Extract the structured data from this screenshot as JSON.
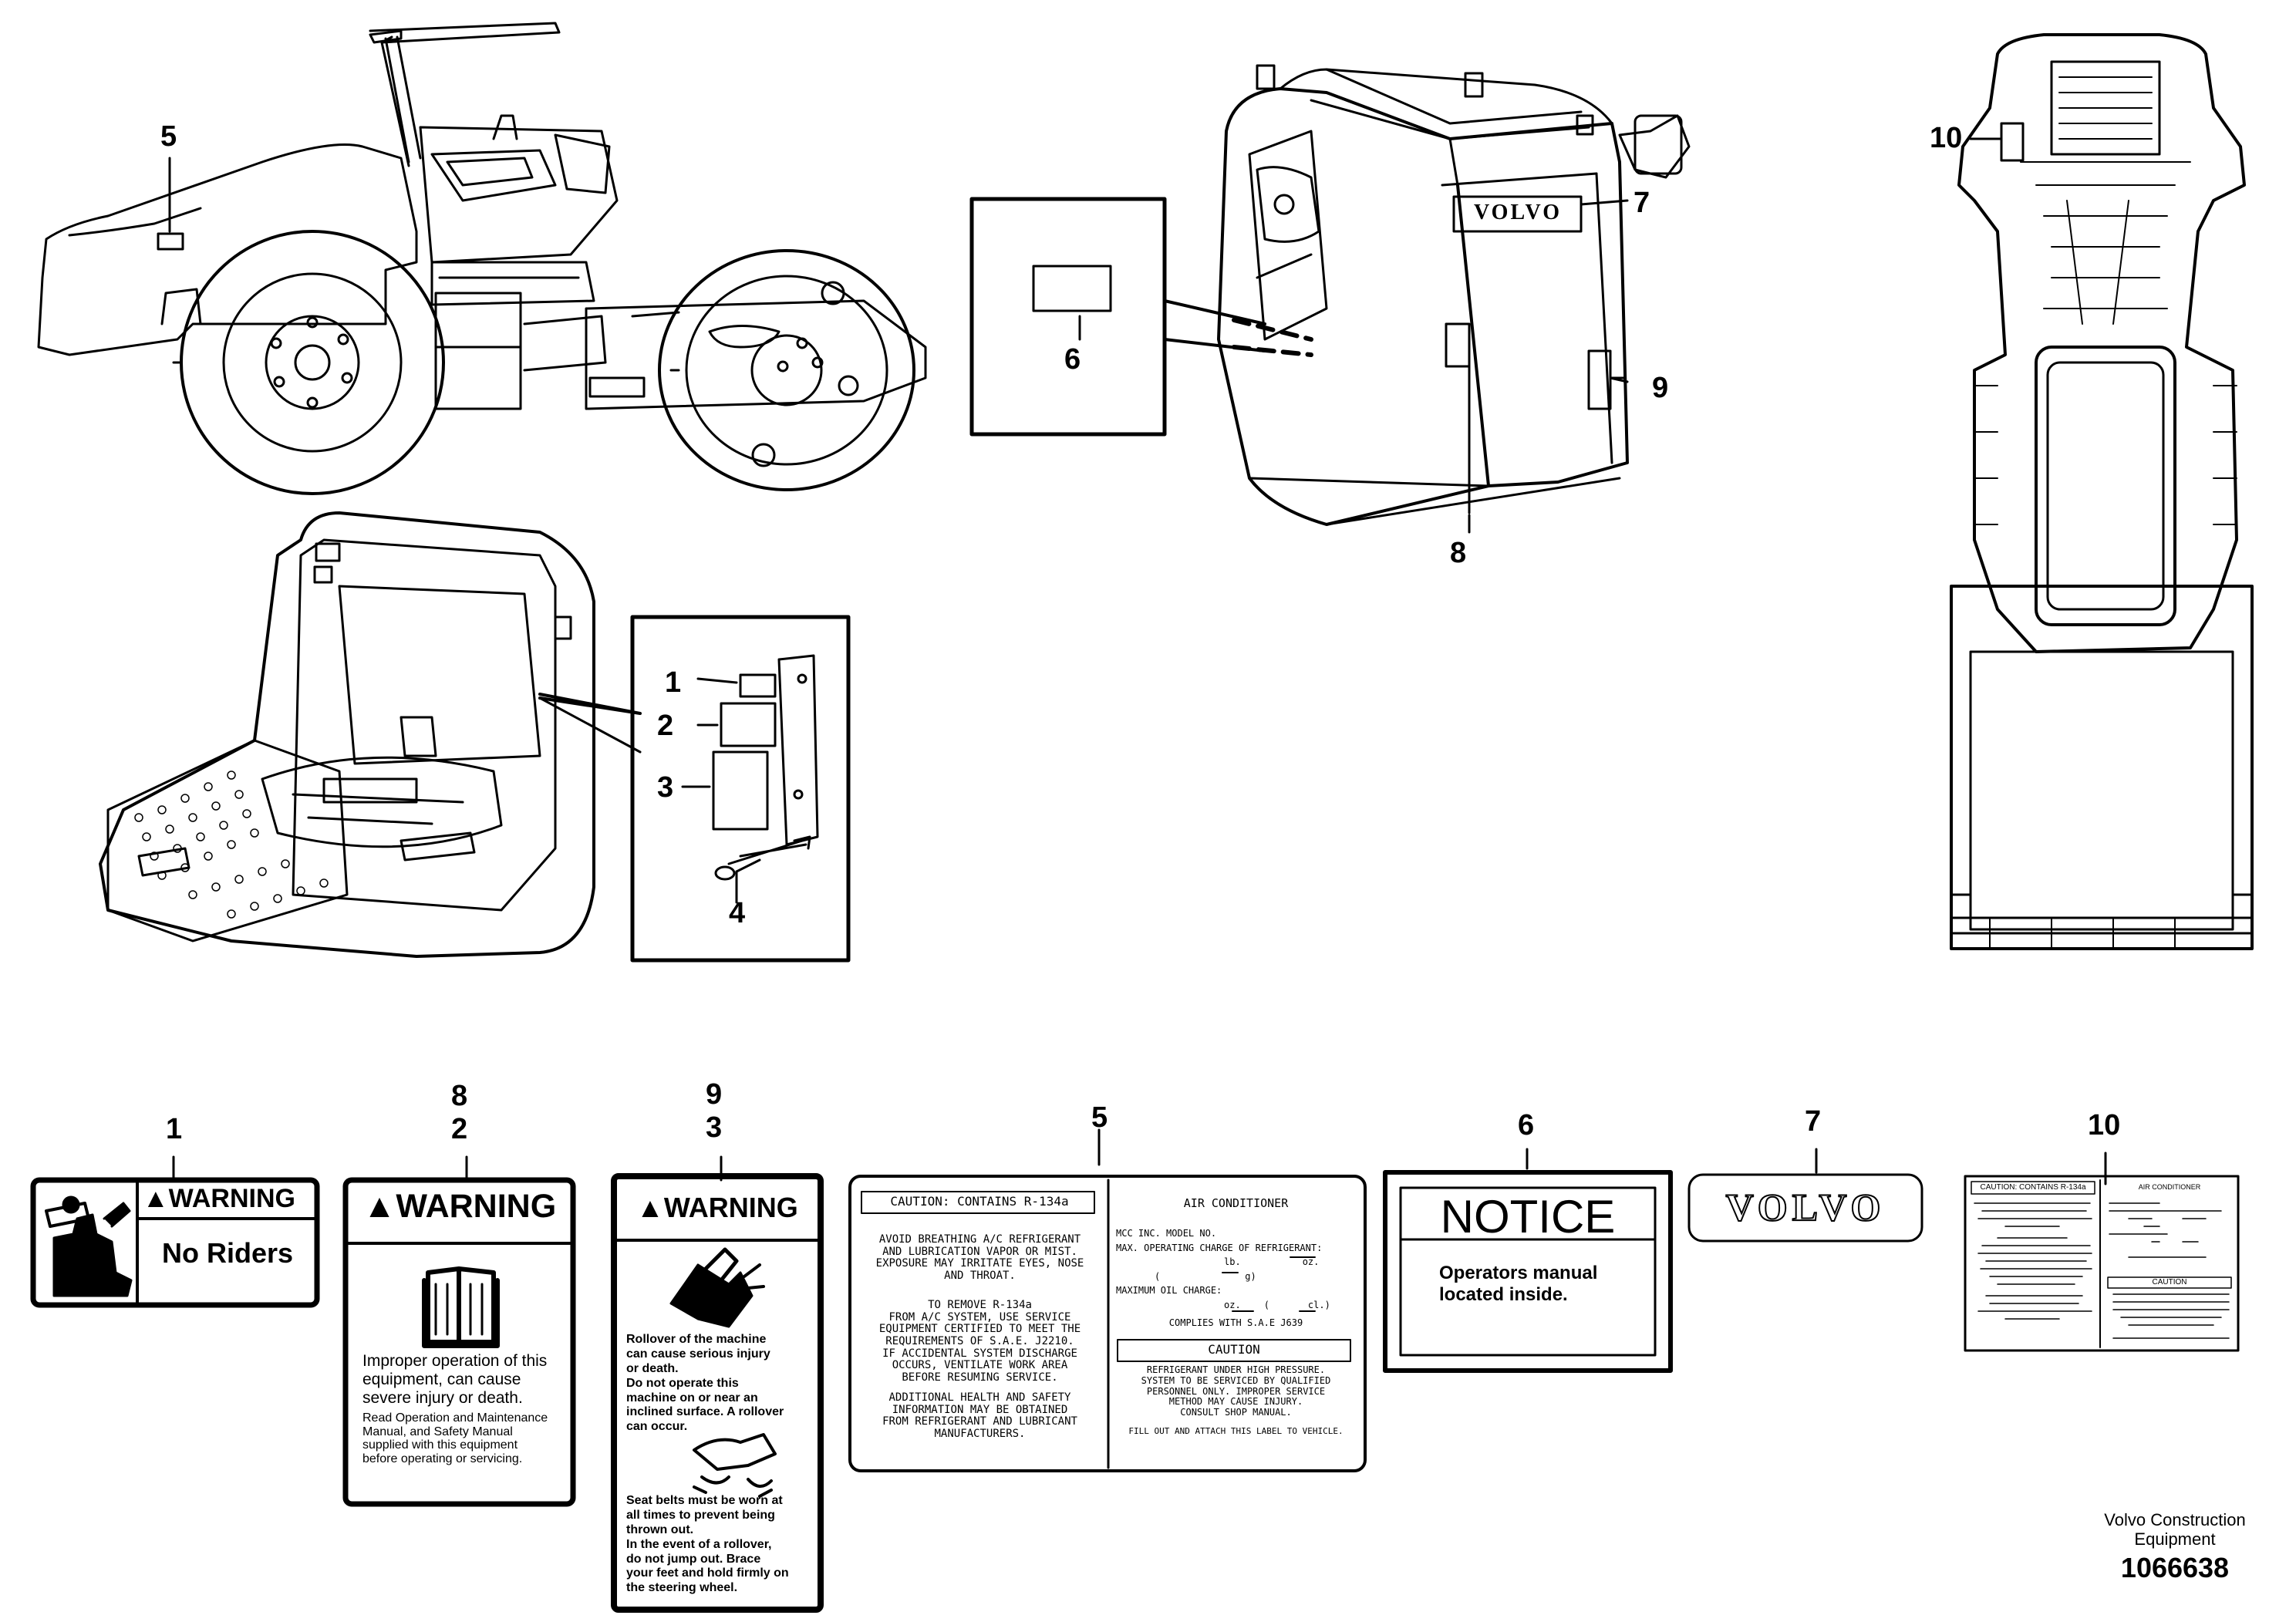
{
  "callouts": {
    "c1": "1",
    "c2": "2",
    "c3": "3",
    "c4": "4",
    "c5": "5",
    "c6": "6",
    "c7": "7",
    "c8": "8",
    "c9": "9",
    "c10": "10"
  },
  "brand": {
    "logo_text": "VOLVO"
  },
  "decals": {
    "d1": {
      "number": "1",
      "heading": "WARNING",
      "text": "No Riders"
    },
    "d2": {
      "number_top": "8",
      "number": "2",
      "heading": "WARNING",
      "line1": "Improper operation of this",
      "line2": "equipment, can cause",
      "line3": "severe injury or death.",
      "small1": "Read Operation and Maintenance",
      "small2": "Manual, and Safety Manual",
      "small3": "supplied with this equipment",
      "small4": "before operating or servicing."
    },
    "d3": {
      "number_top": "9",
      "number": "3",
      "heading": "WARNING",
      "t1": "Rollover of the machine",
      "t2": "can cause serious injury",
      "t3": "or death.",
      "t4": "Do not operate this",
      "t5": "machine on or near an",
      "t6": "inclined surface. A rollover",
      "t7": "can occur.",
      "t8": "Seat belts must be worn at",
      "t9": "all times to prevent being",
      "t10": "thrown out.",
      "t11": "In the event of a rollover,",
      "t12": "do not jump out. Brace",
      "t13": "your feet and hold firmly on",
      "t14": "the steering wheel."
    },
    "d5": {
      "number": "5",
      "caution_title": "CAUTION: CONTAINS R-134a",
      "l1": "AVOID BREATHING A/C REFRIGERANT",
      "l2": "AND LUBRICATION VAPOR OR MIST.",
      "l3": "EXPOSURE MAY IRRITATE EYES, NOSE",
      "l4": "AND THROAT.",
      "l5": "TO REMOVE R-134a",
      "l6": "FROM A/C SYSTEM, USE SERVICE",
      "l7": "EQUIPMENT CERTIFIED TO MEET THE",
      "l8": "REQUIREMENTS OF S.A.E. J2210.",
      "l9": "IF ACCIDENTAL SYSTEM DISCHARGE",
      "l10": "OCCURS, VENTILATE WORK AREA",
      "l11": "BEFORE RESUMING SERVICE.",
      "l12": "ADDITIONAL HEALTH AND SAFETY",
      "l13": "INFORMATION MAY BE OBTAINED",
      "l14": "FROM REFRIGERANT AND LUBRICANT",
      "l15": "MANUFACTURERS.",
      "r_title": "AIR CONDITIONER",
      "r1": "MCC INC. MODEL NO.",
      "r2": "MAX. OPERATING CHARGE OF REFRIGERANT:",
      "r3a": "lb.",
      "r3b": "oz.",
      "r4a": "(",
      "r4b": "g)",
      "r5": "MAXIMUM OIL CHARGE:",
      "r6a": "oz.",
      "r6b": "(",
      "r6c": "cl.)",
      "r7": "COMPLIES WITH S.A.E J639",
      "caution": "CAUTION",
      "r8": "REFRIGERANT UNDER HIGH PRESSURE.",
      "r9": "SYSTEM TO BE SERVICED BY QUALIFIED",
      "r10": "PERSONNEL ONLY. IMPROPER SERVICE",
      "r11": "METHOD MAY CAUSE INJURY.",
      "r12": "CONSULT SHOP MANUAL.",
      "r13": "FILL OUT AND ATTACH THIS LABEL TO VEHICLE."
    },
    "d6": {
      "number": "6",
      "heading": "NOTICE",
      "line1": "Operators manual",
      "line2": "located inside."
    },
    "d7": {
      "number": "7",
      "logo": "VOLVO"
    },
    "d10": {
      "number": "10",
      "caution_title": "CAUTION: CONTAINS R-134a",
      "r_title": "AIR CONDITIONER",
      "caution": "CAUTION"
    }
  },
  "footer": {
    "company1": "Volvo Construction",
    "company2": "Equipment",
    "drawing_no": "1066638"
  }
}
